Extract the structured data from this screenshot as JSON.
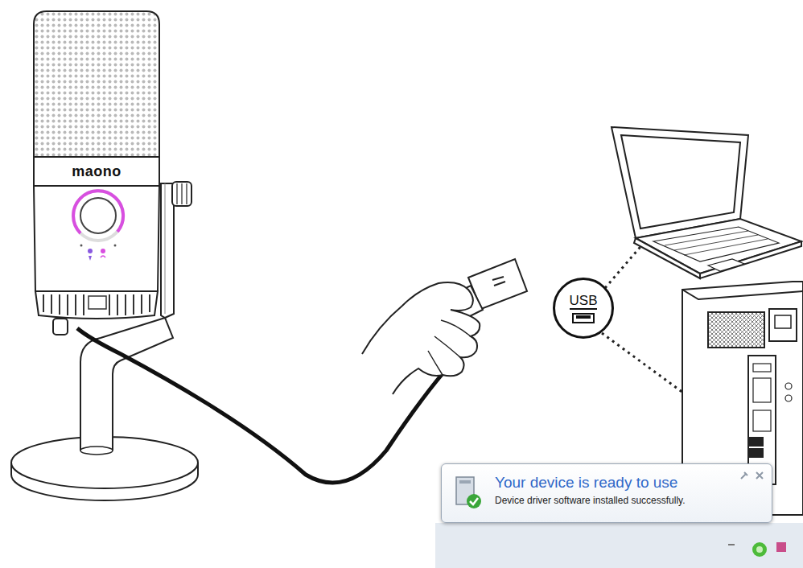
{
  "diagram": {
    "nodes": [
      {
        "text": [
          "USB"
        ]
      },
      {
        "text": [
          "Your device is ready to use",
          "Device driver software installed successfully."
        ]
      }
    ],
    "labels": [
      "maono"
    ]
  }
}
